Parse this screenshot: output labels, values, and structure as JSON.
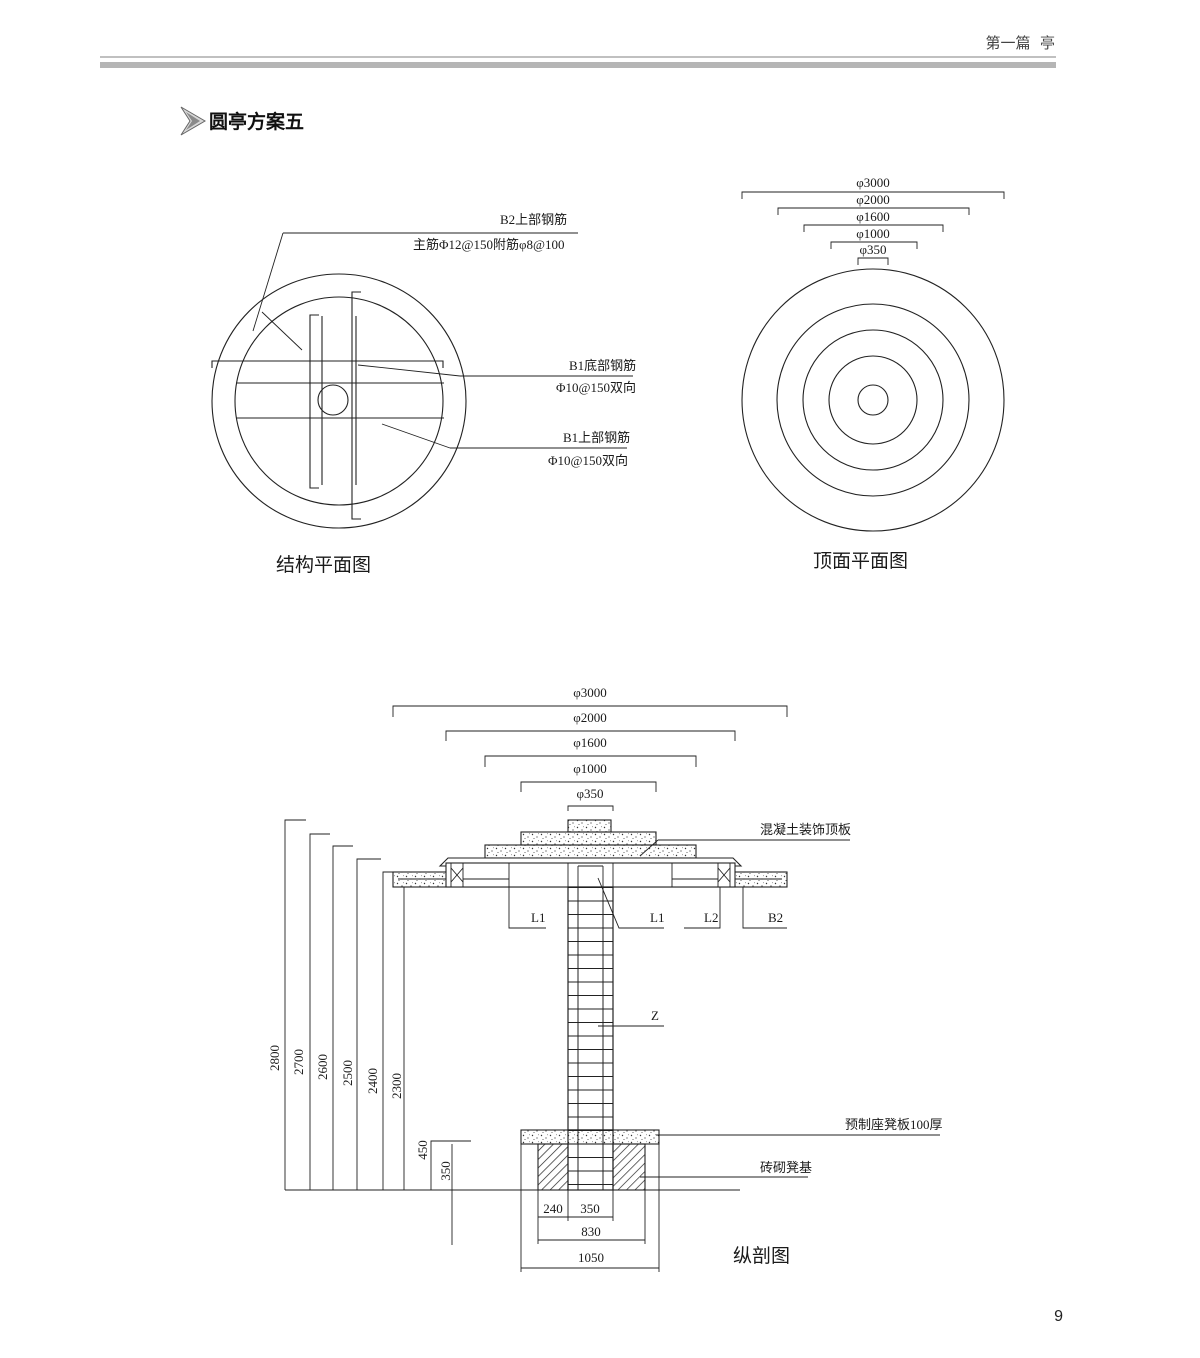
{
  "header": {
    "chapter": "第一篇  亭"
  },
  "title": "圆亭方案五",
  "structural_plan": {
    "caption": "结构平面图",
    "labels": {
      "b2_name": "B2上部钢筋",
      "b2_spec": "主筋Φ12@150附筋φ8@100",
      "b1_bottom_name": "B1底部钢筋",
      "b1_bottom_spec": "Φ10@150双向",
      "b1_top_name": "B1上部钢筋",
      "b1_top_spec": "Φ10@150双向"
    }
  },
  "top_plan": {
    "caption": "顶面平面图",
    "diameters": [
      "φ3000",
      "φ2000",
      "φ1600",
      "φ1000",
      "φ350"
    ]
  },
  "section": {
    "caption": "纵剖图",
    "diameters": [
      "φ3000",
      "φ2000",
      "φ1600",
      "φ1000",
      "φ350"
    ],
    "heights": [
      "2800",
      "2700",
      "2600",
      "2500",
      "2400",
      "2300",
      "450",
      "350"
    ],
    "base_dims": [
      "240",
      "350",
      "830",
      "1050"
    ],
    "labels": {
      "roof_slab": "混凝土装饰顶板",
      "beam_l1_left": "L1",
      "beam_l1_right": "L1",
      "beam_l2": "L2",
      "slab_b2": "B2",
      "column": "Z",
      "seat_board": "预制座凳板100厚",
      "seat_base": "砖砌凳基"
    }
  },
  "page_number": "9"
}
